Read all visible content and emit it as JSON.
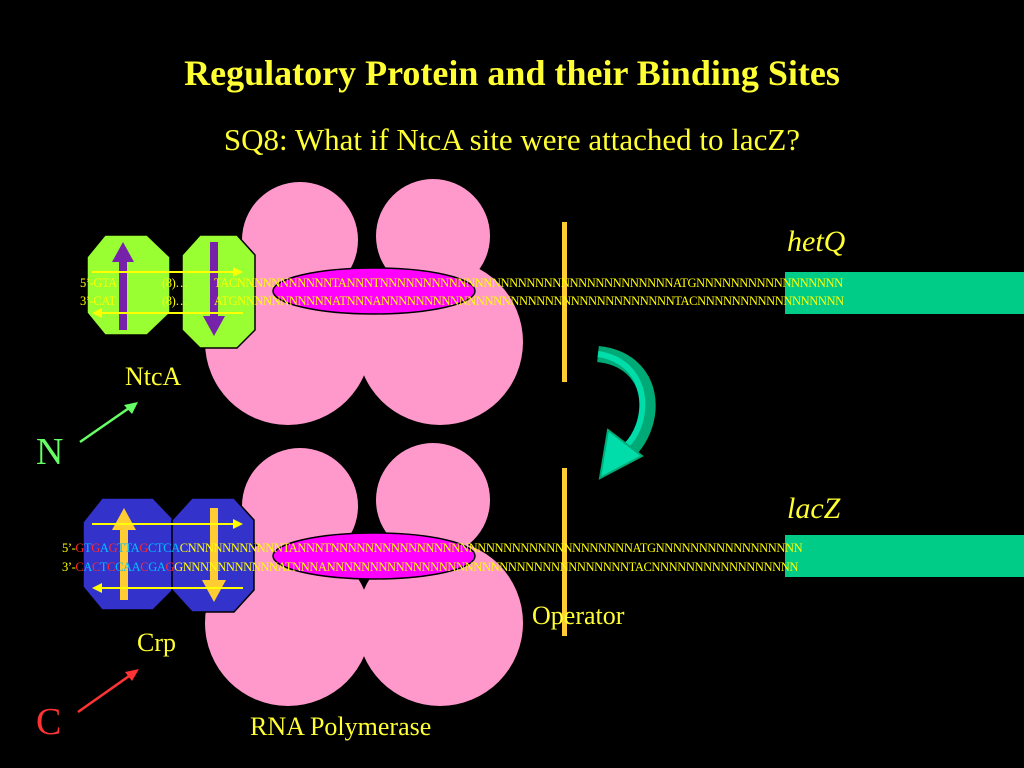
{
  "title": "Regulatory Protein and their Binding Sites",
  "subtitle": "SQ8: What if NtcA site were attached to lacZ?",
  "top_panel": {
    "gene": "hetQ",
    "protein": "NtcA",
    "signal_letter": "N",
    "seq_top_left": "5’-GTA",
    "seq_top_mid": "(8)…",
    "seq_top_right": "TACNNNNNNNNNNNTANNNTNNNNNNNNNNNNNNNNNNNNNNNNNNNNNNNNNNATGNNNNNNNNNNNNNNNNN",
    "seq_bottom_left": "3’-CAT",
    "seq_bottom_mid": "(8)…",
    "seq_bottom_right": "ATGNNNNNNNNNNNATNNNANNNNNNNNNNNNNNNNNNNNNNNNNNNNNNNNNNTACNNNNNNNNNNNNNNNNN"
  },
  "bottom_panel": {
    "gene": "lacZ",
    "protein": "Crp",
    "signal_letter": "C",
    "operator_label": "Operator",
    "polymerase_label": "RNA Polymerase",
    "seq_top": [
      {
        "t": "5’-",
        "c": "#ffff00"
      },
      {
        "t": "G",
        "c": "#ff2a2a"
      },
      {
        "t": "T",
        "c": "#00bfff"
      },
      {
        "t": "G",
        "c": "#ff2a2a"
      },
      {
        "t": "A",
        "c": "#00bfff"
      },
      {
        "t": "G",
        "c": "#ff2a2a"
      },
      {
        "t": "TTA",
        "c": "#00bfff"
      },
      {
        "t": "G",
        "c": "#ff2a2a"
      },
      {
        "t": "CT",
        "c": "#00bfff"
      },
      {
        "t": "CA",
        "c": "#00bfff"
      },
      {
        "t": "CNNNNNNNNNNNTANNNTNNNNNNNNNNNNNNNNNNNNNNNNNNNNNNNNNNNATGNNNNNNNNNNNNNNNNN",
        "c": "#ffff00"
      }
    ],
    "seq_bottom": [
      {
        "t": "3’-",
        "c": "#ffff00"
      },
      {
        "t": "C",
        "c": "#ff2a2a"
      },
      {
        "t": "A",
        "c": "#00bfff"
      },
      {
        "t": "C",
        "c": "#ff2a2a"
      },
      {
        "t": "T",
        "c": "#00bfff"
      },
      {
        "t": "C",
        "c": "#ff2a2a"
      },
      {
        "t": "CAA",
        "c": "#00bfff"
      },
      {
        "t": "C",
        "c": "#ff2a2a"
      },
      {
        "t": "GA",
        "c": "#00bfff"
      },
      {
        "t": "G",
        "c": "#ff2a2a"
      },
      {
        "t": "GNNNNNNNNNNNATNNNANNNNNNNNNNNNNNNNNNNNNNNNNNNNNNNNNNNTACNNNNNNNNNNNNNNNNN",
        "c": "#ffff00"
      }
    ]
  },
  "colors": {
    "background": "#000000",
    "text": "#ffff33",
    "polymerase": "#ff99cc",
    "sigma": "#ff00ff",
    "ntca": "#99ff33",
    "crp": "#3333cc",
    "gene_box": "#00cc88",
    "signal_n": "#66ff66",
    "signal_c": "#ff3333",
    "curved_arrow": "#00aa77"
  }
}
